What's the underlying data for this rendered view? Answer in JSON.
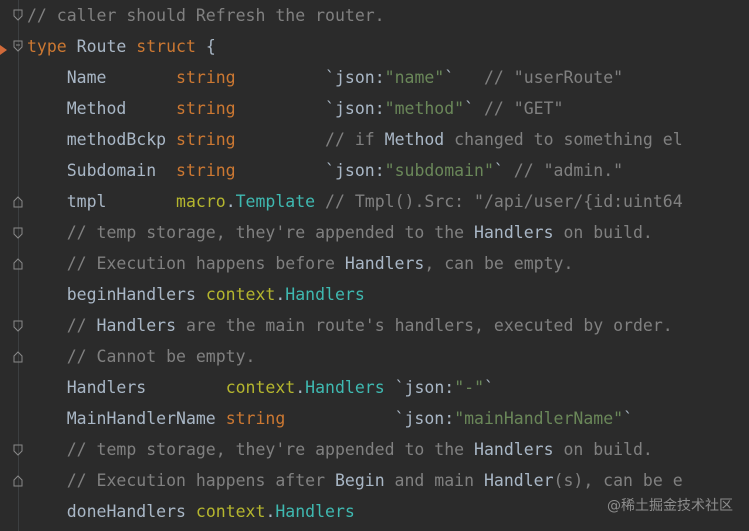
{
  "theme": {
    "background": "#2b2b2b",
    "keyword": "#cc7832",
    "comment": "#808080",
    "string": "#6a8759",
    "package": "#b5b62e",
    "type_name": "#3fb9b1",
    "default": "#a9b7c6"
  },
  "icons": {
    "fold": "fold-arrow-icon",
    "warning": "warning-caret-icon"
  },
  "lines": [
    {
      "id": "l0",
      "tokens": [
        {
          "c": "cm",
          "t": "// caller should Refresh the router."
        }
      ]
    },
    {
      "id": "l1",
      "tokens": [
        {
          "c": "kw",
          "t": "type "
        },
        {
          "c": "plain",
          "t": "Route "
        },
        {
          "c": "kw",
          "t": "struct "
        },
        {
          "c": "plain",
          "t": "{"
        }
      ]
    },
    {
      "id": "l2",
      "tokens": [
        {
          "c": "plain",
          "t": "    Name       "
        },
        {
          "c": "type",
          "t": "string"
        },
        {
          "c": "plain",
          "t": "         `json:"
        },
        {
          "c": "str",
          "t": "\"name\""
        },
        {
          "c": "plain",
          "t": "`   "
        },
        {
          "c": "cm",
          "t": "// \"userRoute\""
        }
      ]
    },
    {
      "id": "l3",
      "tokens": [
        {
          "c": "plain",
          "t": "    Method     "
        },
        {
          "c": "type",
          "t": "string"
        },
        {
          "c": "plain",
          "t": "         `json:"
        },
        {
          "c": "str",
          "t": "\"method\""
        },
        {
          "c": "plain",
          "t": "` "
        },
        {
          "c": "cm",
          "t": "// \"GET\""
        }
      ]
    },
    {
      "id": "l4",
      "tokens": [
        {
          "c": "plain",
          "t": "    methodBckp "
        },
        {
          "c": "type",
          "t": "string"
        },
        {
          "c": "plain",
          "t": "         "
        },
        {
          "c": "cm",
          "t": "// if "
        },
        {
          "c": "cm-hl",
          "t": "Method"
        },
        {
          "c": "cm",
          "t": " changed to something el"
        }
      ]
    },
    {
      "id": "l5",
      "tokens": [
        {
          "c": "plain",
          "t": "    Subdomain  "
        },
        {
          "c": "type",
          "t": "string"
        },
        {
          "c": "plain",
          "t": "         `json:"
        },
        {
          "c": "str",
          "t": "\"subdomain\""
        },
        {
          "c": "plain",
          "t": "` "
        },
        {
          "c": "cm",
          "t": "// \"admin.\""
        }
      ]
    },
    {
      "id": "l6",
      "tokens": [
        {
          "c": "plain",
          "t": "    tmpl       "
        },
        {
          "c": "pkg",
          "t": "macro"
        },
        {
          "c": "plain",
          "t": "."
        },
        {
          "c": "tname",
          "t": "Template"
        },
        {
          "c": "plain",
          "t": " "
        },
        {
          "c": "cm",
          "t": "// Tmpl().Src: \"/api/user/{id:uint64"
        }
      ]
    },
    {
      "id": "l7",
      "tokens": [
        {
          "c": "cm",
          "t": "    // temp storage, they're appended to the "
        },
        {
          "c": "cm-hl",
          "t": "Handlers"
        },
        {
          "c": "cm",
          "t": " on build."
        }
      ]
    },
    {
      "id": "l8",
      "tokens": [
        {
          "c": "cm",
          "t": "    // Execution happens before "
        },
        {
          "c": "cm-hl",
          "t": "Handlers"
        },
        {
          "c": "cm",
          "t": ", can be empty."
        }
      ]
    },
    {
      "id": "l9",
      "tokens": [
        {
          "c": "plain",
          "t": "    beginHandlers "
        },
        {
          "c": "pkg",
          "t": "context"
        },
        {
          "c": "plain",
          "t": "."
        },
        {
          "c": "tname",
          "t": "Handlers"
        }
      ]
    },
    {
      "id": "l10",
      "tokens": [
        {
          "c": "cm",
          "t": "    // "
        },
        {
          "c": "cm-hl",
          "t": "Handlers"
        },
        {
          "c": "cm",
          "t": " are the main route's handlers, executed by order."
        }
      ]
    },
    {
      "id": "l11",
      "tokens": [
        {
          "c": "cm",
          "t": "    // Cannot be empty."
        }
      ]
    },
    {
      "id": "l12",
      "tokens": [
        {
          "c": "plain",
          "t": "    Handlers        "
        },
        {
          "c": "pkg",
          "t": "context"
        },
        {
          "c": "plain",
          "t": "."
        },
        {
          "c": "tname",
          "t": "Handlers"
        },
        {
          "c": "plain",
          "t": " `json:"
        },
        {
          "c": "str",
          "t": "\"-\""
        },
        {
          "c": "plain",
          "t": "`"
        }
      ]
    },
    {
      "id": "l13",
      "tokens": [
        {
          "c": "plain",
          "t": "    MainHandlerName "
        },
        {
          "c": "type",
          "t": "string"
        },
        {
          "c": "plain",
          "t": "           `json:"
        },
        {
          "c": "str",
          "t": "\"mainHandlerName\""
        },
        {
          "c": "plain",
          "t": "`"
        }
      ]
    },
    {
      "id": "l14",
      "tokens": [
        {
          "c": "cm",
          "t": "    // temp storage, they're appended to the "
        },
        {
          "c": "cm-hl",
          "t": "Handlers"
        },
        {
          "c": "cm",
          "t": " on build."
        }
      ]
    },
    {
      "id": "l15",
      "tokens": [
        {
          "c": "cm",
          "t": "    // Execution happens after "
        },
        {
          "c": "cm-hl",
          "t": "Begin"
        },
        {
          "c": "cm",
          "t": " and main "
        },
        {
          "c": "cm-hl",
          "t": "Handler"
        },
        {
          "c": "cm",
          "t": "(s), can be e"
        }
      ]
    },
    {
      "id": "l16",
      "tokens": [
        {
          "c": "plain",
          "t": "    doneHandlers "
        },
        {
          "c": "pkg",
          "t": "context"
        },
        {
          "c": "plain",
          "t": "."
        },
        {
          "c": "tname",
          "t": "Handlers"
        }
      ]
    }
  ],
  "watermark": "@稀土掘金技术社区"
}
